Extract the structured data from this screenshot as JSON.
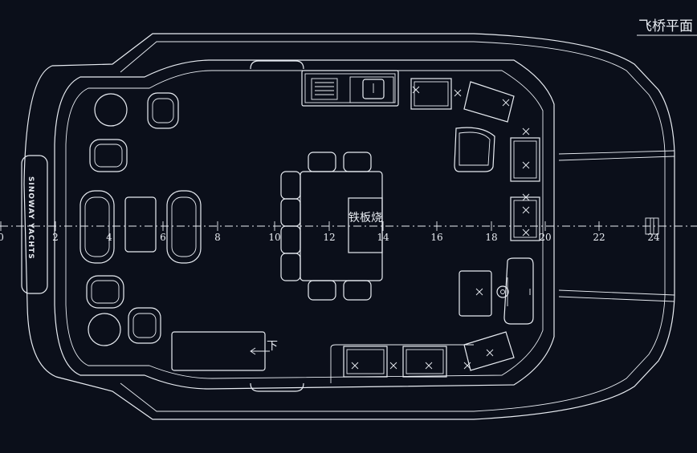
{
  "drawing": {
    "title": "飞桥平面",
    "brand": "SINOWAY YACHTS",
    "labels": {
      "teppanyaki": "铁板烧",
      "stairs_down": "下"
    },
    "axis_ticks": [
      "0",
      "2",
      "4",
      "6",
      "8",
      "10",
      "12",
      "14",
      "16",
      "18",
      "20",
      "22",
      "24"
    ],
    "colors": {
      "background": "#0b0f1a",
      "line": "#e8ecf2"
    }
  }
}
